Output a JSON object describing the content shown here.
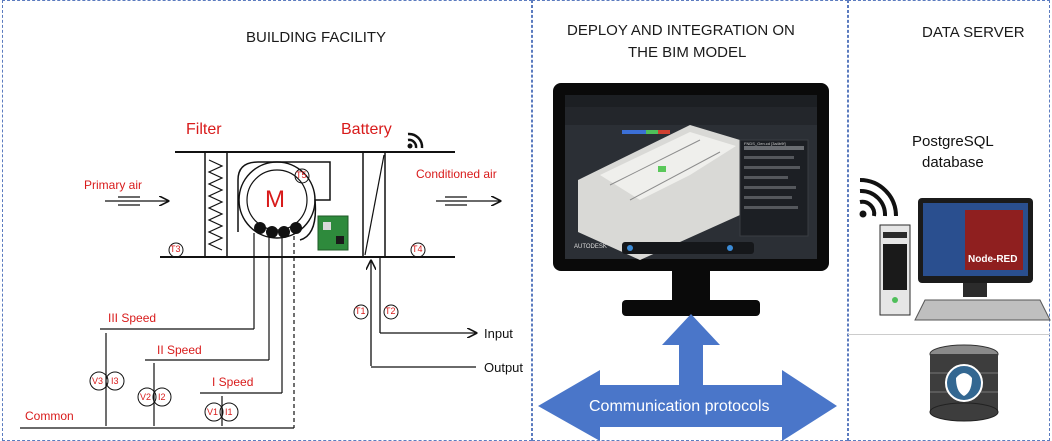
{
  "headers": {
    "building": "BUILDING FACILITY",
    "deploy_line1": "DEPLOY AND INTEGRATION ON",
    "deploy_line2": "THE BIM MODEL",
    "server": "DATA SERVER"
  },
  "facility": {
    "filter": "Filter",
    "battery": "Battery",
    "primary_air": "Primary air",
    "conditioned_air": "Conditioned air",
    "motor": "M",
    "t5": "T5",
    "t3": "T3",
    "t4": "T4",
    "t1": "T1",
    "t2": "T2",
    "input": "Input",
    "output": "Output",
    "speed3": "III Speed",
    "speed2": "II Speed",
    "speed1": "I Speed",
    "common": "Common",
    "v3": "V3",
    "i3": "I3",
    "v2": "V2",
    "i2": "I2",
    "v1": "V1",
    "i1": "I1"
  },
  "bim": {
    "protocols": "Communication protocols",
    "vendor": "AUTODESK",
    "panel_title": "FNDS_Gen.cd [3a4b9f]"
  },
  "server": {
    "db_line1": "PostgreSQL",
    "db_line2": "database",
    "node_red": "Node-RED"
  },
  "colors": {
    "accent_red": "#d81b1b",
    "arrow_blue": "#4a76c9",
    "panel_border": "#5b7bbf"
  }
}
